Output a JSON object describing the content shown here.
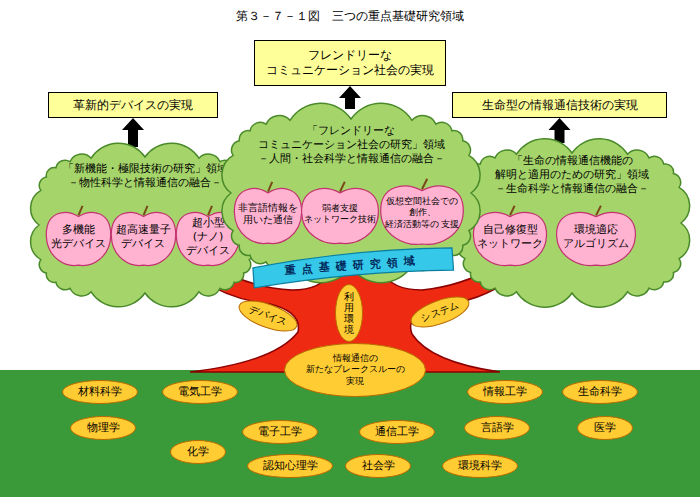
{
  "diagram": {
    "title": "第３－７－１図　三つの重点基礎研究領域",
    "nodes": [
      {
        "text": [
          "フレンドリーな コミュニケーション社会の実現"
        ]
      },
      {
        "text": [
          "革新的デバイスの実現"
        ]
      },
      {
        "text": [
          "生命型の情報通信技術の実現"
        ]
      },
      {
        "text": [
          "「新機能・極限技術の研究」領域",
          "－物性科学と情報通信の融合－"
        ]
      },
      {
        "text": [
          "多機能 光デバイス"
        ],
        "in": 3
      },
      {
        "text": [
          "超高速量子 デバイス"
        ],
        "in": 3
      },
      {
        "text": [
          "超小型(ナノ) デバイス"
        ],
        "in": 3
      },
      {
        "text": [
          "「フレンドリーな コミュニケーション社会の研究」領域",
          "－人間・社会科学と情報通信の融合－"
        ]
      },
      {
        "text": [
          "非言語情報を 用いた通信"
        ],
        "in": 7
      },
      {
        "text": [
          "弱者支援 ネットワーク技術"
        ],
        "in": 7
      },
      {
        "text": [
          "仮想空間社会での 創作、経済活動等の 支援"
        ],
        "in": 7
      },
      {
        "text": [
          "「生命の情報通信機能の 解明と適用のための研究」領域",
          "－生命科学と情報通信の融合－"
        ]
      },
      {
        "text": [
          "自己修復型 ネットワーク"
        ],
        "in": 11
      },
      {
        "text": [
          "環境適応 アルゴリズム"
        ],
        "in": 11
      },
      {
        "text": [
          "重点基礎研究領域"
        ]
      },
      {
        "text": [
          "デバイス"
        ]
      },
      {
        "text": [
          "利用環境"
        ]
      },
      {
        "text": [
          "システム"
        ]
      },
      {
        "text": [
          "情報通信の 新たなブレークスルーの 実現"
        ]
      },
      {
        "text": [
          "材料科学"
        ]
      },
      {
        "text": [
          "電気工学"
        ]
      },
      {
        "text": [
          "情報工学"
        ]
      },
      {
        "text": [
          "生命科学"
        ]
      },
      {
        "text": [
          "物理学"
        ]
      },
      {
        "text": [
          "電子工学"
        ]
      },
      {
        "text": [
          "通信工学"
        ]
      },
      {
        "text": [
          "言語学"
        ]
      },
      {
        "text": [
          "医学"
        ]
      },
      {
        "text": [
          "化学"
        ]
      },
      {
        "text": [
          "認知心理学"
        ]
      },
      {
        "text": [
          "社会学"
        ]
      },
      {
        "text": [
          "環境科学"
        ]
      }
    ],
    "edges": [
      {
        "from": 3,
        "to": 1,
        "arrow": "to"
      },
      {
        "from": 7,
        "to": 0,
        "arrow": "to"
      },
      {
        "from": 11,
        "to": 2,
        "arrow": "to"
      }
    ]
  }
}
